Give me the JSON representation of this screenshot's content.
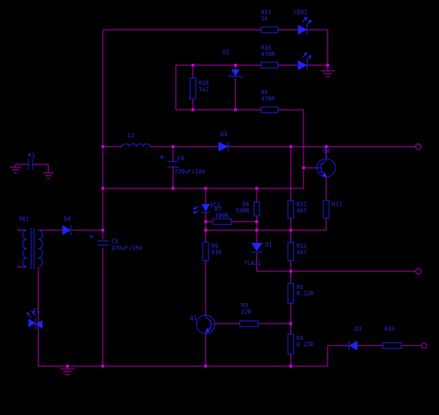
{
  "colors": {
    "background": "#000000",
    "wire": "#cc00cc",
    "component": "#2222ff",
    "label": "#2a2aee"
  },
  "components": {
    "r11": {
      "ref": "R11",
      "value": "1k"
    },
    "led1": {
      "ref": "LED1"
    },
    "d2": {
      "ref": "D2"
    },
    "r16": {
      "ref": "R16",
      "value": "470R"
    },
    "r18": {
      "ref": "R18",
      "value": "1k2"
    },
    "r5": {
      "ref": "R5",
      "value": "470R"
    },
    "l2": {
      "ref": "L2"
    },
    "d5": {
      "ref": "D5"
    },
    "c6": {
      "ref": "C6",
      "value": "220uF/16V"
    },
    "k1": {
      "ref": "K1"
    },
    "q4": {
      "ref": "Q4"
    },
    "tr1": {
      "ref": "TR1"
    },
    "d4": {
      "ref": "D4"
    },
    "c5": {
      "ref": "C5",
      "value": "470uF/16V"
    },
    "ic2": {
      "ref": "IC2"
    },
    "r7": {
      "ref": "R7",
      "value": "100R"
    },
    "d6": {
      "ref": "D6",
      "value": "330R"
    },
    "r12": {
      "ref": "R12",
      "value": "4k7"
    },
    "r17": {
      "ref": "R17"
    },
    "d1": {
      "ref": "D1",
      "value": "TL431"
    },
    "r13": {
      "ref": "R13",
      "value": "4k7"
    },
    "r9": {
      "ref": "R9",
      "value": "91R"
    },
    "r6": {
      "ref": "R6",
      "value": "0.22R"
    },
    "r3": {
      "ref": "R3",
      "value": "22R"
    },
    "q1": {
      "ref": "Q1"
    },
    "r4": {
      "ref": "R4",
      "value": "0.22R"
    },
    "d3": {
      "ref": "D3"
    },
    "r10": {
      "ref": "R10"
    },
    "x1": {
      "ref": "X1"
    }
  }
}
